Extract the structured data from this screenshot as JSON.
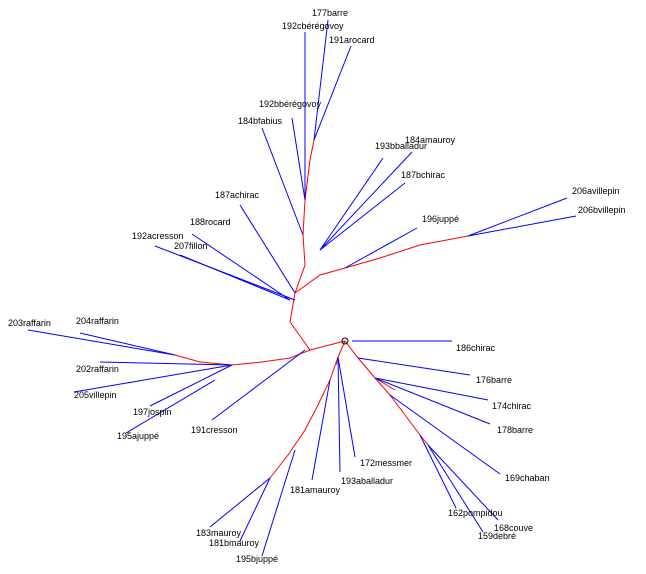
{
  "colors": {
    "internal_branch": "#ff0000",
    "leaf_branch": "#0000ff",
    "label": "#000000",
    "background": "#ffffff"
  },
  "root_marker": "circle-icon",
  "leaves": [
    {
      "id": "l177barre",
      "label": "177barre"
    },
    {
      "id": "l192cberegovoy",
      "label": "192cbérégovoy"
    },
    {
      "id": "l191arocard",
      "label": "191arocard"
    },
    {
      "id": "l192bberegovoy",
      "label": "192bbérégovoy"
    },
    {
      "id": "l184bfabius",
      "label": "184bfabius"
    },
    {
      "id": "l184amauroy",
      "label": "184amauroy"
    },
    {
      "id": "l193bballadur",
      "label": "193bballadur"
    },
    {
      "id": "l187bchirac",
      "label": "187bchirac"
    },
    {
      "id": "l187achirac",
      "label": "187achirac"
    },
    {
      "id": "l206avillepin",
      "label": "206avillepin"
    },
    {
      "id": "l206bvillepin",
      "label": "206bvillepin"
    },
    {
      "id": "l196juppe",
      "label": "196juppé"
    },
    {
      "id": "l188rocard",
      "label": "188rocard"
    },
    {
      "id": "l192acresson",
      "label": "192acresson"
    },
    {
      "id": "l207fillon",
      "label": "207fillon"
    },
    {
      "id": "l203raffarin",
      "label": "203raffarin"
    },
    {
      "id": "l204raffarin",
      "label": "204raffarin"
    },
    {
      "id": "l202raffarin",
      "label": "202raffarin"
    },
    {
      "id": "l205villepin",
      "label": "205villepin"
    },
    {
      "id": "l197jospin",
      "label": "197jospin"
    },
    {
      "id": "l195ajuppe",
      "label": "195ajuppé"
    },
    {
      "id": "l191cresson",
      "label": "191cresson"
    },
    {
      "id": "l186chirac",
      "label": "186chirac"
    },
    {
      "id": "l176barre",
      "label": "176barre"
    },
    {
      "id": "l174chirac",
      "label": "174chirac"
    },
    {
      "id": "l178barre",
      "label": "178barre"
    },
    {
      "id": "l172messmer",
      "label": "172messmer"
    },
    {
      "id": "l193aballadur",
      "label": "193aballadur"
    },
    {
      "id": "l181amauroy",
      "label": "181amauroy"
    },
    {
      "id": "l169chaban",
      "label": "169chaban"
    },
    {
      "id": "l162pompidou",
      "label": "162pompidou"
    },
    {
      "id": "l168couve",
      "label": "168couve"
    },
    {
      "id": "l159debre",
      "label": "159debré"
    },
    {
      "id": "l183mauroy",
      "label": "183mauroy"
    },
    {
      "id": "l181bmauroy",
      "label": "181bmauroy"
    },
    {
      "id": "l195bjuppe",
      "label": "195bjuppé"
    }
  ]
}
